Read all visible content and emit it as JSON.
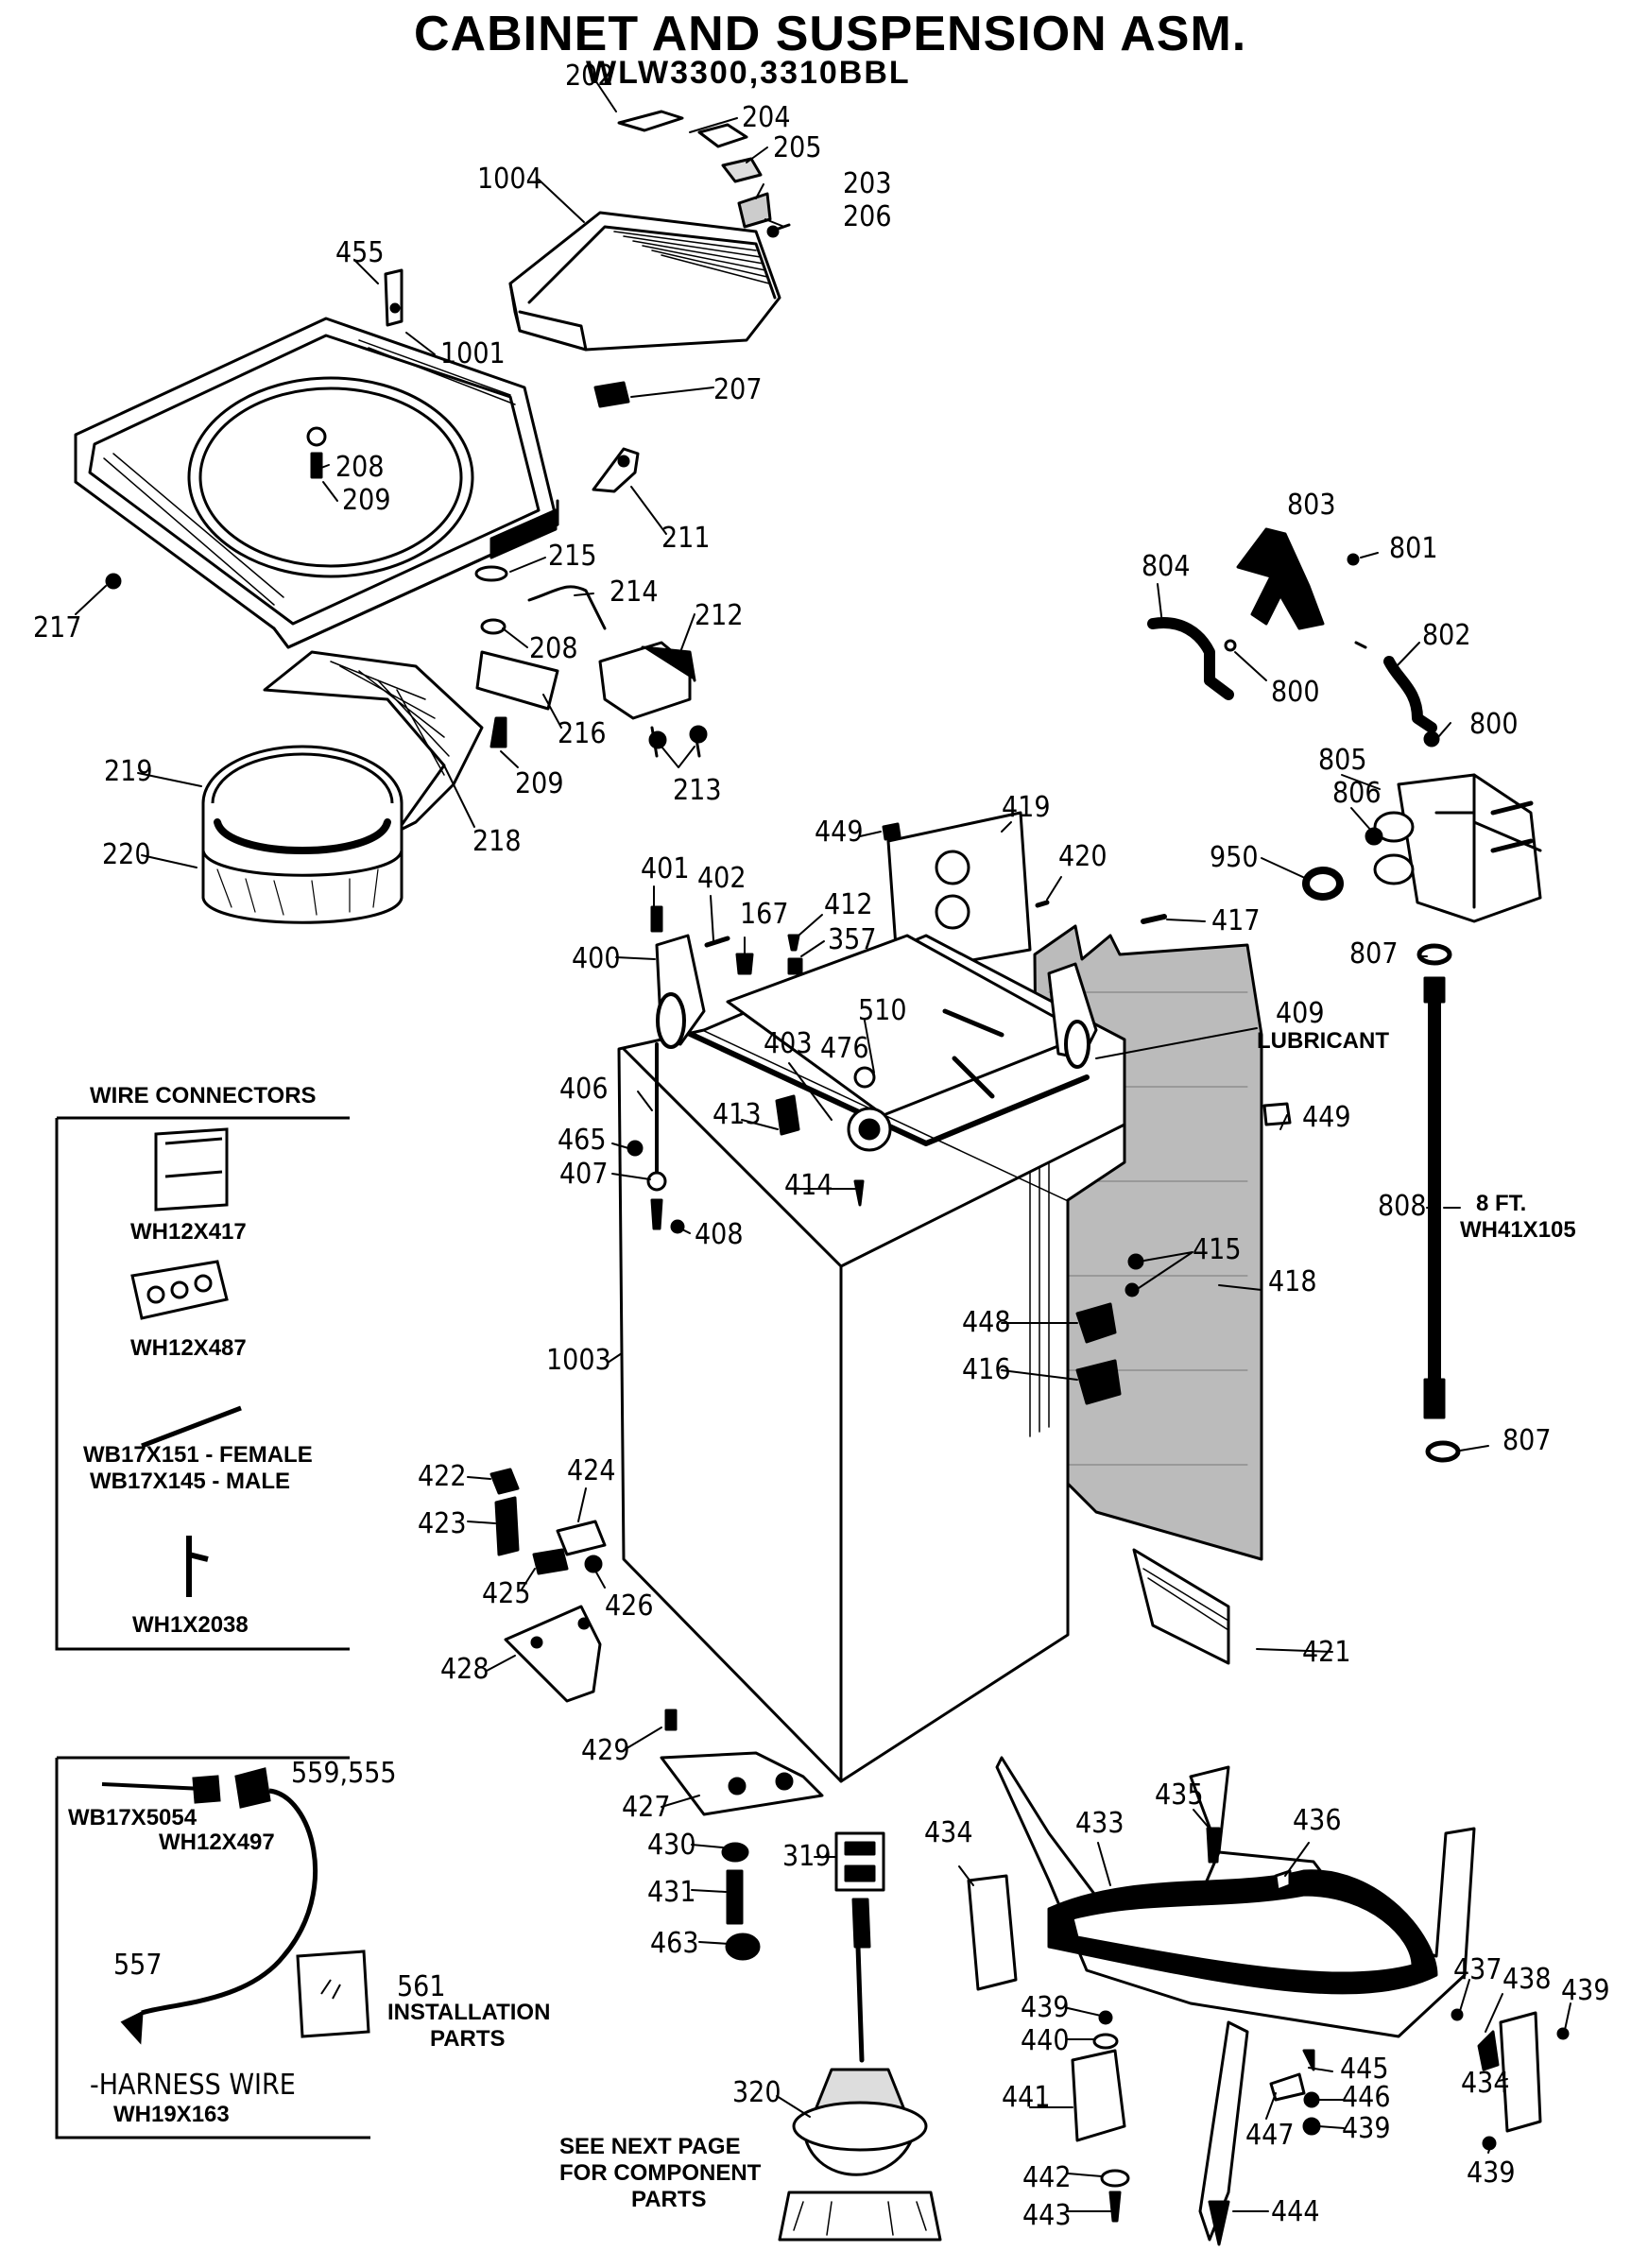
{
  "header": {
    "title": "CABINET AND SUSPENSION ASM.",
    "model": "WLW3300,3310BBL"
  },
  "callouts": {
    "p202": "202",
    "p204": "204",
    "p205": "205",
    "p203": "203",
    "p206": "206",
    "p1004": "1004",
    "p455": "455",
    "p1001": "1001",
    "p207": "207",
    "p208a": "208",
    "p209a": "209",
    "p211": "211",
    "p215": "215",
    "p214": "214",
    "p212": "212",
    "p208b": "208",
    "p217": "217",
    "p216": "216",
    "p209b": "209",
    "p213": "213",
    "p219": "219",
    "p218": "218",
    "p220": "220",
    "p803": "803",
    "p801": "801",
    "p804": "804",
    "p802": "802",
    "p800a": "800",
    "p800b": "800",
    "p805": "805",
    "p806": "806",
    "p950": "950",
    "p807a": "807",
    "p808": "808",
    "p807b": "807",
    "p449a": "449",
    "p419": "419",
    "p420": "420",
    "p417": "417",
    "p401": "401",
    "p402": "402",
    "p167": "167",
    "p412": "412",
    "p357": "357",
    "p400": "400",
    "p510": "510",
    "p403": "403",
    "p476": "476",
    "p409": "409",
    "p406": "406",
    "p413": "413",
    "p465": "465",
    "p407": "407",
    "p414": "414",
    "p408": "408",
    "p449b": "449",
    "p415": "415",
    "p418": "418",
    "p448": "448",
    "p416": "416",
    "p1003": "1003",
    "p422": "422",
    "p424": "424",
    "p423": "423",
    "p425": "425",
    "p426": "426",
    "p428": "428",
    "p421": "421",
    "p429": "429",
    "p427": "427",
    "p430": "430",
    "p319": "319",
    "p431": "431",
    "p463": "463",
    "p434a": "434",
    "p433": "433",
    "p435": "435",
    "p436": "436",
    "p437": "437",
    "p438": "438",
    "p439a": "439",
    "p439b": "439",
    "p440": "440",
    "p445": "445",
    "p441": "441",
    "p446": "446",
    "p439c": "439",
    "p447": "447",
    "p434b": "434",
    "p439d": "439",
    "p442": "442",
    "p443": "443",
    "p444": "444",
    "p320": "320",
    "p559": "559,555",
    "p557": "557",
    "p561": "561"
  },
  "notes": {
    "lubricant": "LUBRICANT",
    "hose_length": "8 FT.",
    "hose_part": "WH41X105",
    "installation": "INSTALLATION",
    "installation2": "PARTS",
    "harness_wire": "-HARNESS WIRE",
    "harness_part": "WH19X163",
    "wb17x5054": "WB17X5054",
    "wh12x497": "WH12X497",
    "see_next_1": "SEE NEXT PAGE",
    "see_next_2": "FOR COMPONENT",
    "see_next_3": "PARTS"
  },
  "wire_connectors": {
    "heading": "WIRE CONNECTORS",
    "items": [
      "WH12X417",
      "WH12X487",
      "WB17X151 - FEMALE",
      "WB17X145 - MALE",
      "WH1X2038"
    ]
  }
}
